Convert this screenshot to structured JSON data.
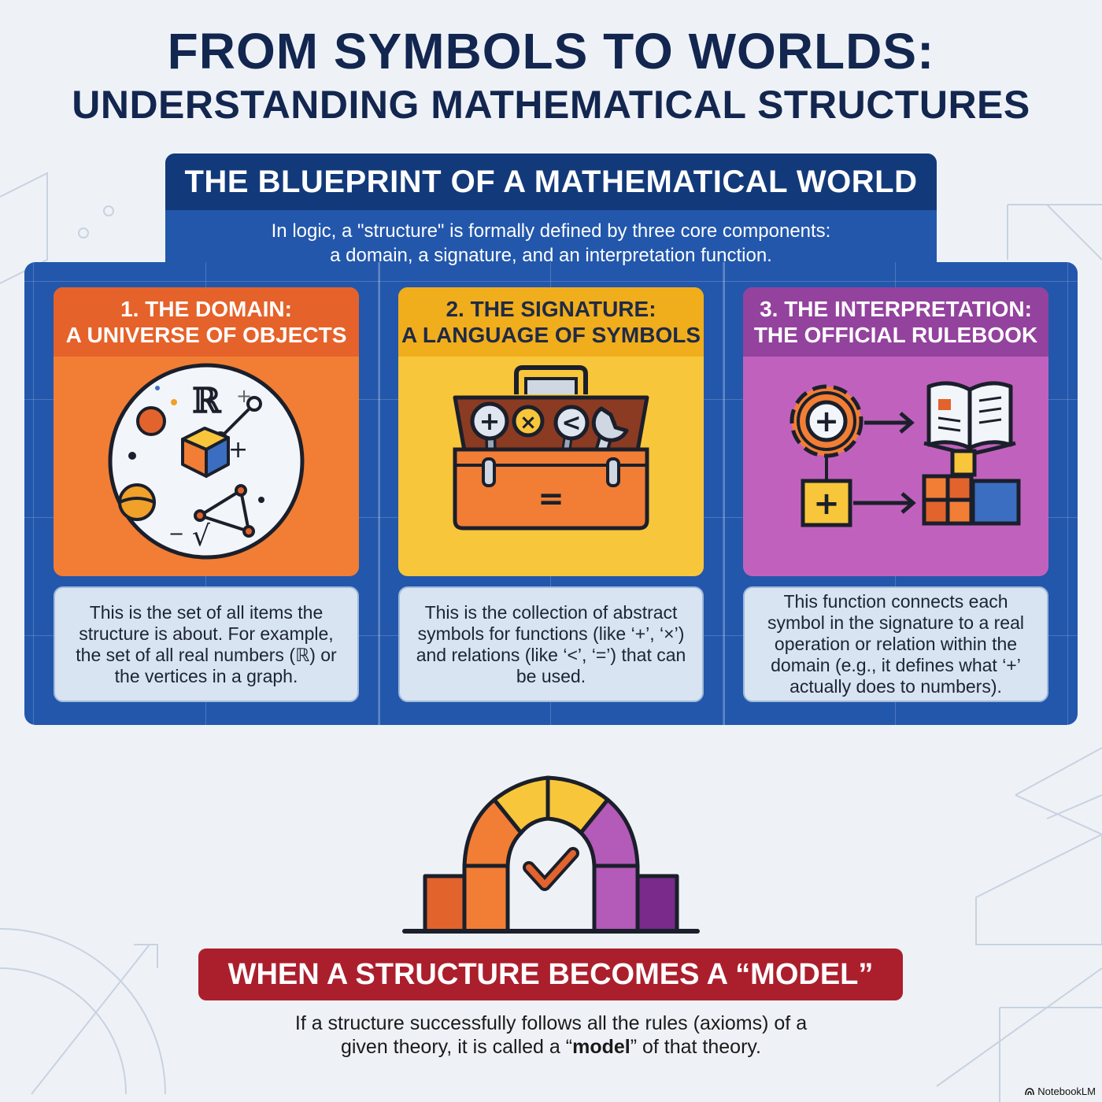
{
  "title": {
    "line1": "FROM SYMBOLS TO WORLDS:",
    "line2": "UNDERSTANDING MATHEMATICAL STRUCTURES"
  },
  "blueprint": {
    "heading": "THE BLUEPRINT OF A MATHEMATICAL WORLD",
    "intro_line1": "In logic, a \"structure\" is formally defined by three core components:",
    "intro_line2": "a domain, a signature, and an interpretation function."
  },
  "components": [
    {
      "title_line1": "1. THE DOMAIN:",
      "title_line2": "A UNIVERSE OF OBJECTS",
      "description": "This is the set of all items the structure is about. For example, the set of all real numbers (ℝ) or the vertices in a graph.",
      "icon": "universe-circle-icon",
      "glyph_real": "ℝ",
      "glyph_plus": "+",
      "glyph_minus": "−",
      "glyph_root": "√"
    },
    {
      "title_line1": "2. THE SIGNATURE:",
      "title_line2": "A LANGUAGE OF SYMBOLS",
      "description": "This is the collection of abstract symbols for functions (like ‘+’, ‘×’) and relations (like ‘<’, ‘=’) that can be used.",
      "icon": "toolbox-icon",
      "glyph_plus": "+",
      "glyph_times": "×",
      "glyph_less": "<",
      "glyph_equals": "="
    },
    {
      "title_line1": "3. THE INTERPRETATION:",
      "title_line2": "THE OFFICIAL RULEBOOK",
      "description": "This function connects each symbol in the signature to a real operation or relation within the domain (e.g., it defines what ‘+’ actually does to numbers).",
      "icon": "rulebook-icon",
      "glyph_plus": "+"
    }
  ],
  "model": {
    "heading": "WHEN A STRUCTURE BECOMES A “MODEL”",
    "text_line1": "If a structure successfully follows all the rules (axioms) of a",
    "text_line2_before": "given theory, it is called a “",
    "text_line2_bold": "model",
    "text_line2_after": "” of that theory."
  },
  "brand": "NotebookLM",
  "colors": {
    "domain": "#f17e34",
    "signature": "#f8c63a",
    "interpretation": "#c062bd",
    "blueprint": "#2257ac",
    "banner": "#ab1f2d"
  }
}
